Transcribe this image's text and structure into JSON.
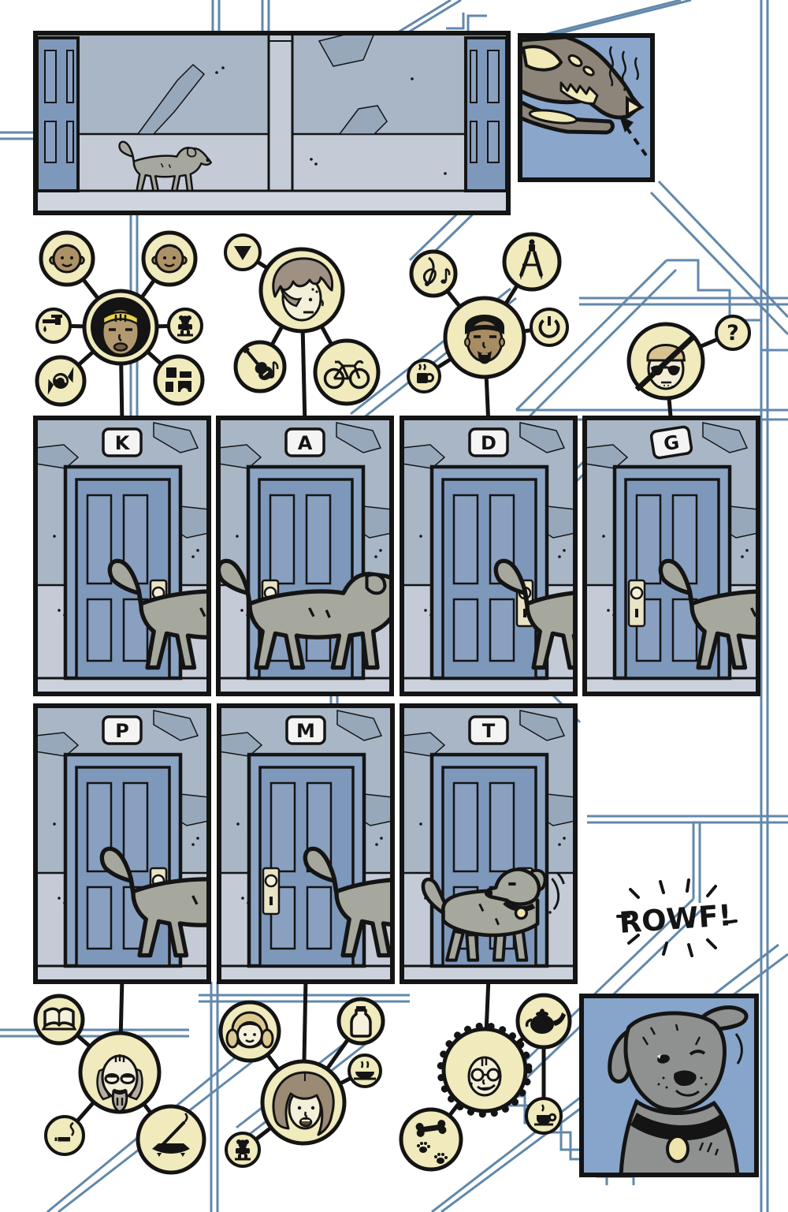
{
  "page": {
    "sfx": "ROWF!",
    "unknown_mark": "?"
  },
  "doors": {
    "row1": [
      {
        "label": "K"
      },
      {
        "label": "A"
      },
      {
        "label": "D"
      },
      {
        "label": "G"
      }
    ],
    "row2": [
      {
        "label": "P"
      },
      {
        "label": "M"
      },
      {
        "label": "T"
      }
    ]
  },
  "panels": {
    "top": "hallway-with-dog-walking",
    "top_right": "dog-snout-skull-smelling-diagram",
    "bottom_right": "dog-portrait-head-tilt"
  },
  "clusters": {
    "K": {
      "door": "K",
      "center": "woman-with-headband",
      "satellites": [
        "baby-face",
        "baby-face",
        "faucet-drip",
        "teddy-bear",
        "wrapped-candy",
        "building-blocks"
      ]
    },
    "A": {
      "door": "A",
      "center": "young-man-shaggy-hair",
      "satellites": [
        "triangle-down",
        "guitar-with-note",
        "bicycle"
      ]
    },
    "D": {
      "door": "D",
      "center": "bearded-man",
      "satellites": [
        "treble-clef-note",
        "drafting-compass",
        "power-button",
        "coffee-mug"
      ]
    },
    "G": {
      "door": "G",
      "center": "man-with-cap-and-sunglasses-crossed-out",
      "satellites": [
        "question-mark"
      ]
    },
    "P": {
      "door": "P",
      "center": "older-man-glasses-long-goatee",
      "satellites": [
        "open-book",
        "cigarette",
        "incense-burner"
      ]
    },
    "M": {
      "door": "M",
      "center": "woman-long-hair",
      "satellites": [
        "little-girl",
        "milk-bottle",
        "food-bowl",
        "teddy-bear"
      ]
    },
    "T": {
      "door": "T",
      "center": "elderly-woman-glasses",
      "satellites": [
        "teapot",
        "teacup",
        "bone-and-paw-prints"
      ]
    }
  },
  "colors": {
    "ink": "#141414",
    "paper": "#ffffff",
    "blueprint_line": "#6288ab",
    "icon_cream": "#f0eabc",
    "wall_top": "#a8b6c6",
    "wall_bottom": "#c4cbd7",
    "door_blue": "#7e98bb",
    "door_frame": "#8ba4c4",
    "panel_sky_blue": "#8aa6cb",
    "dog_gray": "#a6a79d",
    "dog_dark_gray": "#8f9190",
    "knob_cream": "#e9e3c6",
    "label_white": "#f4f4f4",
    "skin_brown": "#b2996f",
    "skin_dark": "#a88c62",
    "skin_pale": "#f4efd8",
    "headband_yellow": "#e8d24e"
  }
}
